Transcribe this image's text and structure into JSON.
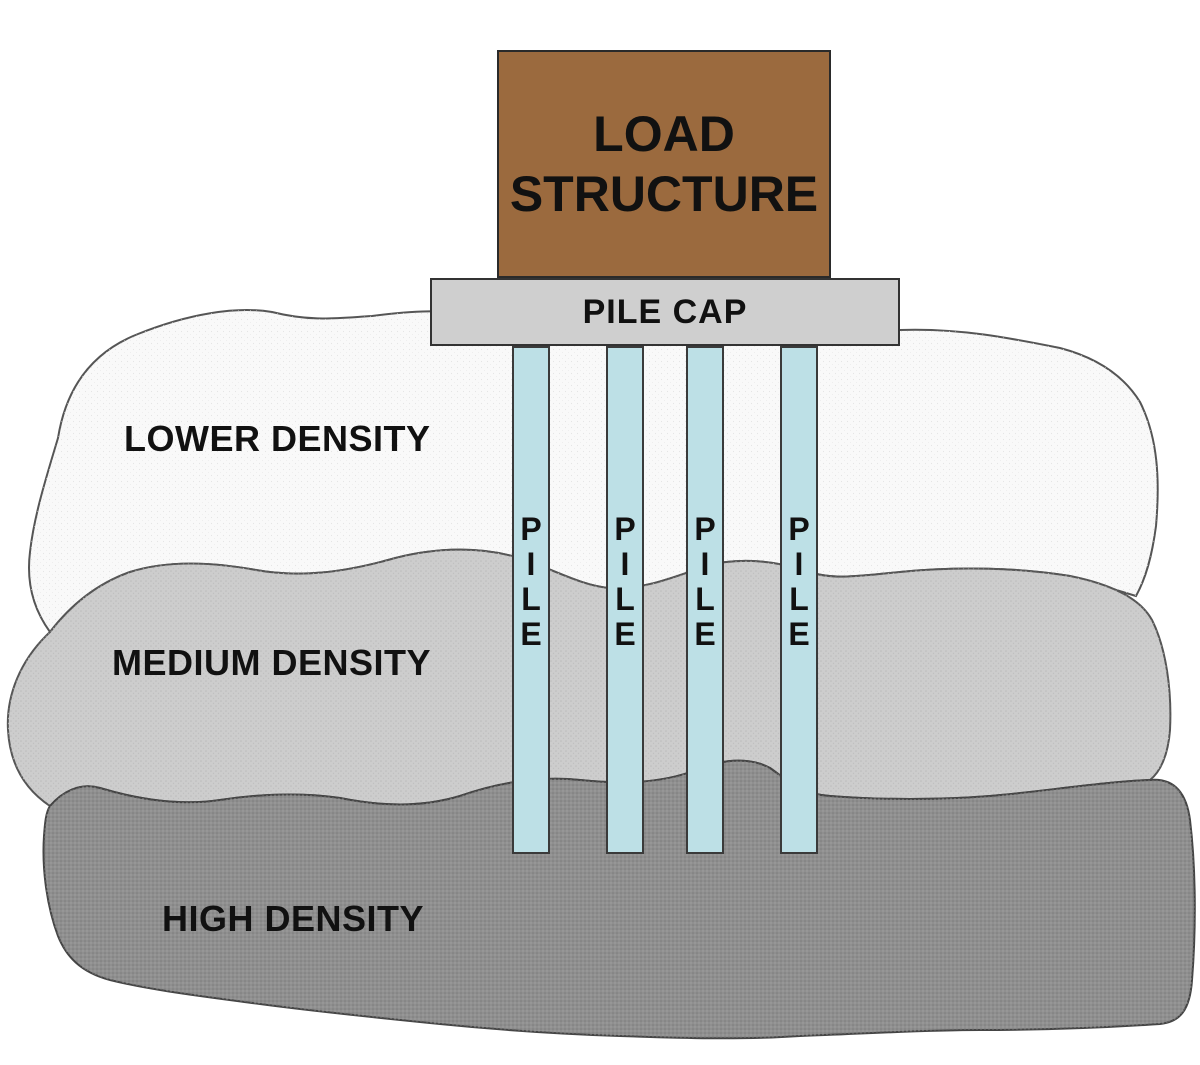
{
  "load_structure": {
    "lines": [
      "LOAD",
      "STRUCTURE"
    ],
    "color": "#9b6a3e"
  },
  "pile_cap": {
    "label": "PILE CAP",
    "color": "#cfcfcf"
  },
  "pile": {
    "label": "PILE",
    "count": 4,
    "color": "#bde0e6"
  },
  "layers": {
    "lower": {
      "label": "LOWER DENSITY",
      "color": "#f9f9f9"
    },
    "medium": {
      "label": "MEDIUM DENSITY",
      "color": "#cdcdcd"
    },
    "high": {
      "label": "HIGH DENSITY",
      "color": "#8f8f8f"
    }
  }
}
